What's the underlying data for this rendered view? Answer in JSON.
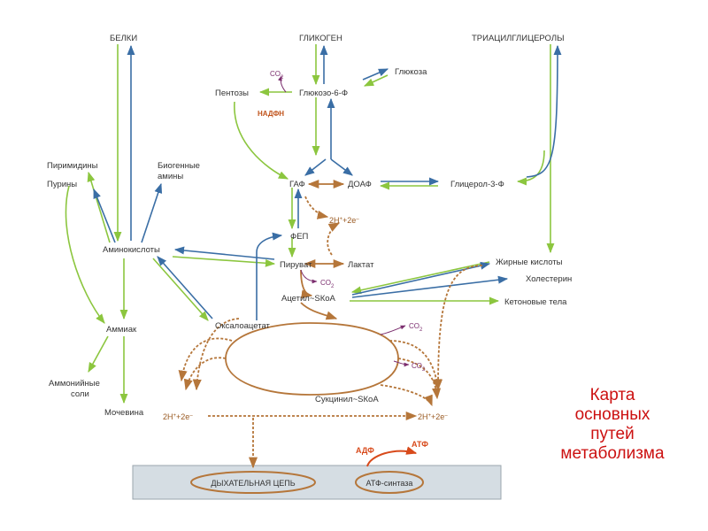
{
  "colors": {
    "green": "#8cc63f",
    "blue": "#3a6ea5",
    "brown": "#b5763a",
    "red": "#cc1111",
    "purple": "#7b2d6e"
  },
  "labels": {
    "belki": "БЕЛКИ",
    "glikogen": "ГЛИКОГЕН",
    "triacil": "ТРИАЦИЛГЛИЦЕРОЛЫ",
    "glyukoza": "Глюкоза",
    "pentozy": "Пентозы",
    "g6f": "Глюкозо-6-Ф",
    "pirimidiny": "Пиримидины",
    "puriny": "Пурины",
    "biogennye1": "Биогенные",
    "biogennye2": "амины",
    "gaf": "ГАФ",
    "doaf": "ДОАФ",
    "glicerol3f": "Глицерол-3-Ф",
    "fep": "ФЕП",
    "aminokisloty": "Аминокислоты",
    "piruvat": "Пируват",
    "laktat": "Лактат",
    "zhirnye": "Жирные кислоты",
    "holesterin": "Холестерин",
    "acetil": "Ацетил~SКоА",
    "ketonovye": "Кетоновые тела",
    "ammiak": "Аммиак",
    "oksaloacetat": "Оксалоацетат",
    "ammoniynye1": "Аммонийные",
    "ammoniynye2": "соли",
    "sukcinil": "Сукцинил~SКоА",
    "mochevina": "Мочевина"
  },
  "small": {
    "co2": "CO",
    "co2_sub": "2",
    "nadfn": "НАДФН",
    "h_left": "2H",
    "h_plus": "+",
    "h_e": "+2e",
    "h_minus": "–",
    "adf": "АДФ",
    "atf": "АТФ"
  },
  "bottom": {
    "respiratory_chain": "ДЫХАТЕЛЬНАЯ ЦЕПЬ",
    "atp_synthase": "АТФ-синтаза"
  },
  "title": {
    "line1": "Карта",
    "line2": "основных",
    "line3": "путей",
    "line4": "метаболизма"
  }
}
